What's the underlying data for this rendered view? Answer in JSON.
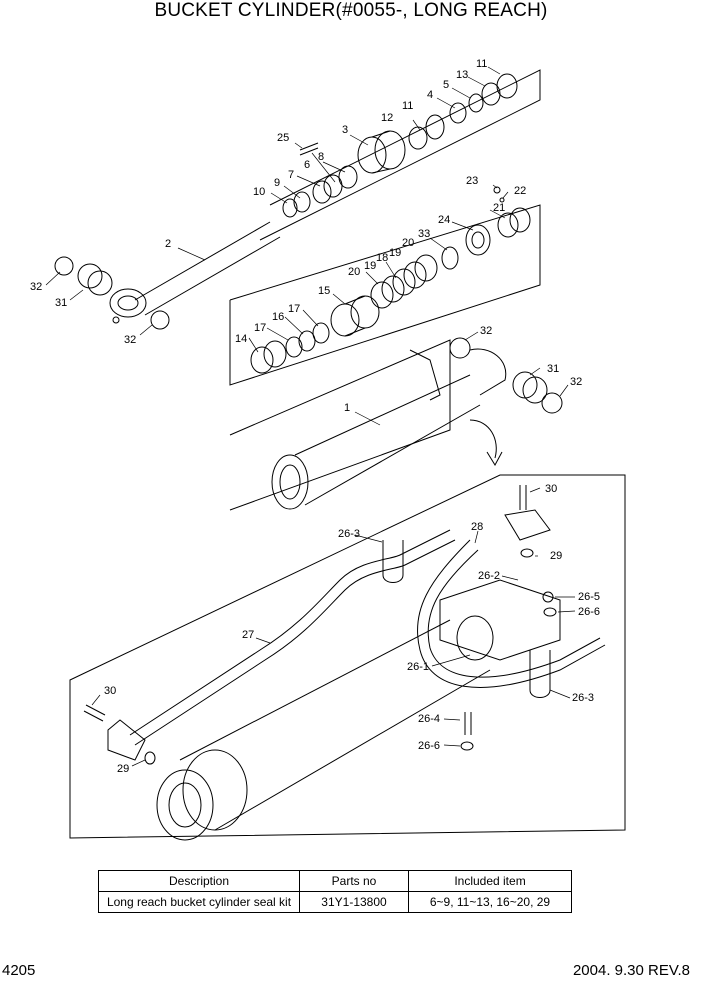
{
  "title": "BUCKET CYLINDER(#0055-, LONG REACH)",
  "labels": {
    "p1": "1",
    "p2": "2",
    "p3": "3",
    "p4": "4",
    "p5": "5",
    "p6": "6",
    "p7": "7",
    "p8": "8",
    "p9": "9",
    "p10": "10",
    "p11a": "11",
    "p11b": "11",
    "p12": "12",
    "p13": "13",
    "p14": "14",
    "p15": "15",
    "p16": "16",
    "p17a": "17",
    "p17b": "17",
    "p18": "18",
    "p19a": "19",
    "p19b": "19",
    "p20a": "20",
    "p20b": "20",
    "p21": "21",
    "p22": "22",
    "p23": "23",
    "p24": "24",
    "p25": "25",
    "p26_1": "26-1",
    "p26_2": "26-2",
    "p26_3a": "26-3",
    "p26_3b": "26-3",
    "p26_4": "26-4",
    "p26_5": "26-5",
    "p26_6a": "26-6",
    "p26_6b": "26-6",
    "p27": "27",
    "p28": "28",
    "p29a": "29",
    "p29b": "29",
    "p30a": "30",
    "p30b": "30",
    "p31a": "31",
    "p31b": "31",
    "p32a": "32",
    "p32b": "32",
    "p32c": "32",
    "p32d": "32",
    "p33": "33"
  },
  "kit_table": {
    "headers": [
      "Description",
      "Parts no",
      "Included item"
    ],
    "row": [
      "Long reach bucket cylinder seal kit",
      "31Y1-13800",
      "6~9, 11~13, 16~20, 29"
    ]
  },
  "footer": {
    "page": "4205",
    "revision": "2004. 9.30 REV.8"
  }
}
